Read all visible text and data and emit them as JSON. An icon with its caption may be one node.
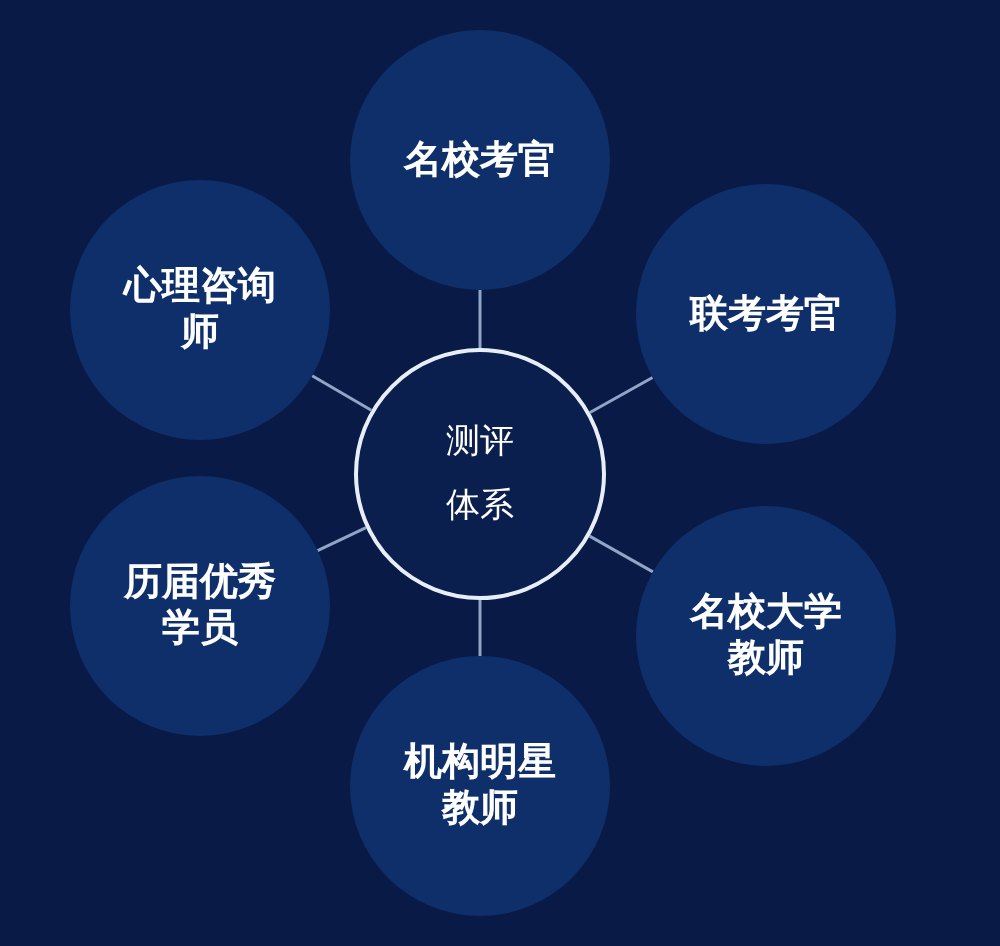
{
  "diagram": {
    "nodes": [
      {
        "text": [
          "测评体系"
        ]
      },
      {
        "text": [
          "名校考官"
        ]
      },
      {
        "text": [
          "联考考官"
        ]
      },
      {
        "text": [
          "名校大学教师"
        ]
      },
      {
        "text": [
          "机构明星教师"
        ]
      },
      {
        "text": [
          "历届优秀学员"
        ]
      },
      {
        "text": [
          "心理咨询师"
        ]
      }
    ],
    "edges": [
      {
        "from": 0,
        "to": 1,
        "arrow": "none"
      },
      {
        "from": 0,
        "to": 2,
        "arrow": "none"
      },
      {
        "from": 0,
        "to": 3,
        "arrow": "none"
      },
      {
        "from": 0,
        "to": 4,
        "arrow": "none"
      },
      {
        "from": 0,
        "to": 5,
        "arrow": "none"
      },
      {
        "from": 0,
        "to": 6,
        "arrow": "none"
      }
    ]
  }
}
